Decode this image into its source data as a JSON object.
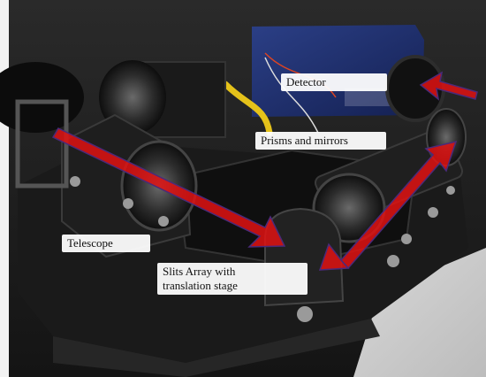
{
  "labels": {
    "detector": "Detector",
    "prisms": "Prisms and mirrors",
    "telescope": "Telescope",
    "slits_line1": "Slits Array  with",
    "slits_line2": "translation stage"
  },
  "colors": {
    "arrow": "#e01212",
    "arrow_edge": "#4a2a7a",
    "background": "#1c1c1c",
    "camera_blue": "#1e2d63"
  }
}
